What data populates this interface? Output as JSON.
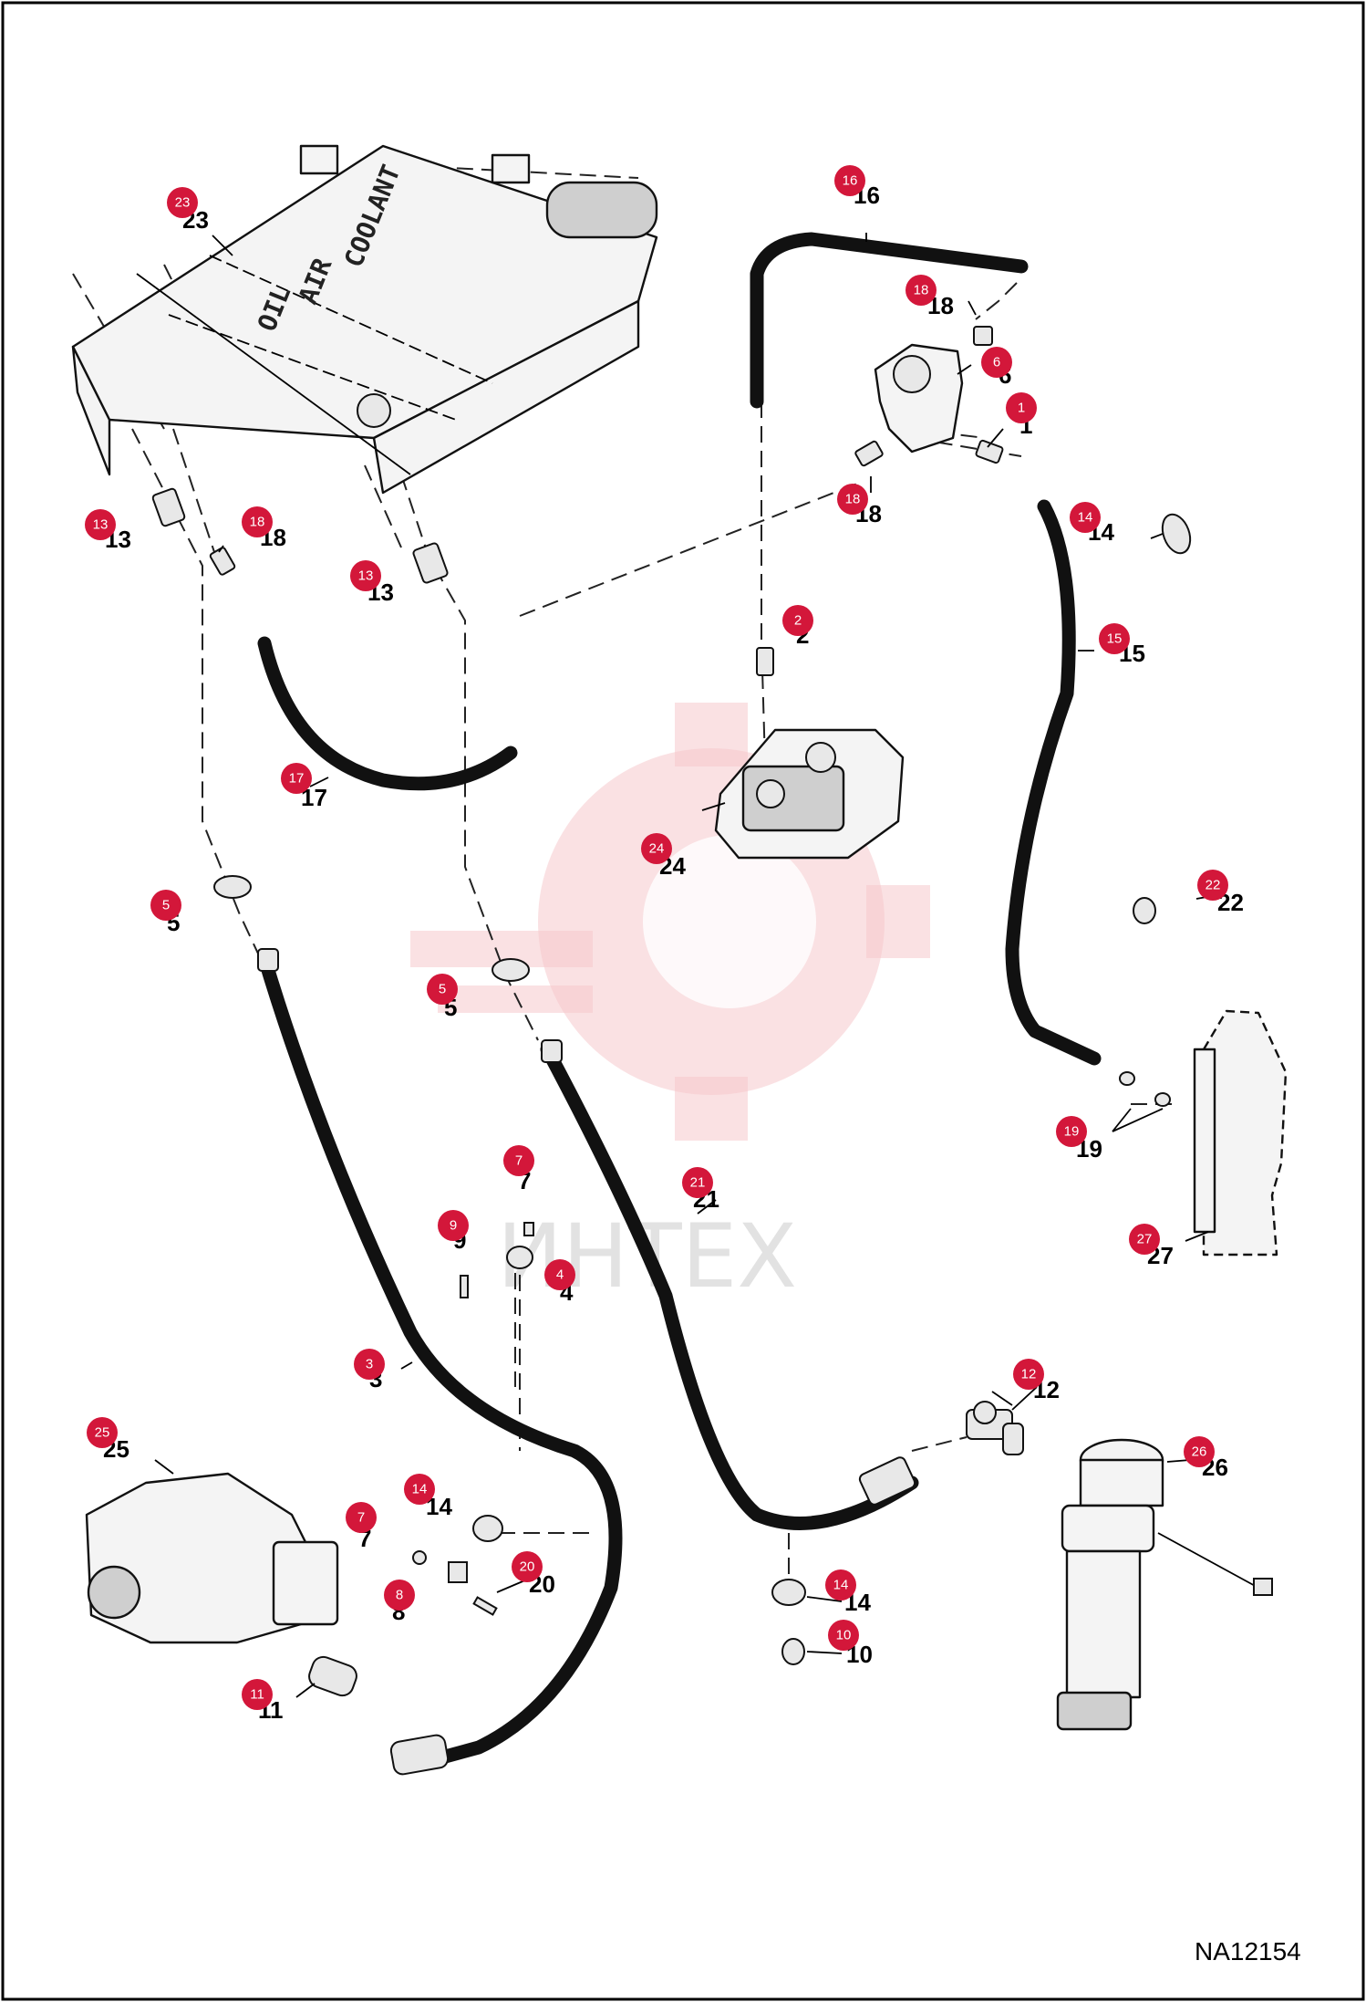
{
  "drawing": {
    "code": "NA12154",
    "watermark_text": "ИНТЕХ",
    "cooler_labels": [
      "COOLANT",
      "AIR",
      "OIL"
    ],
    "part_numbers": [
      "1",
      "2",
      "3",
      "4",
      "5",
      "6",
      "7",
      "8",
      "9",
      "10",
      "11",
      "12",
      "13",
      "14",
      "15",
      "16",
      "17",
      "18",
      "19",
      "20",
      "21",
      "22",
      "23",
      "24",
      "25",
      "26",
      "27"
    ]
  },
  "callouts": [
    {
      "id": "1",
      "label": "1"
    },
    {
      "id": "2",
      "label": "2"
    },
    {
      "id": "3",
      "label": "3"
    },
    {
      "id": "4",
      "label": "4"
    },
    {
      "id": "5a",
      "label": "5"
    },
    {
      "id": "5b",
      "label": "5"
    },
    {
      "id": "6",
      "label": "6"
    },
    {
      "id": "7a",
      "label": "7"
    },
    {
      "id": "7b",
      "label": "7"
    },
    {
      "id": "8",
      "label": "8"
    },
    {
      "id": "9",
      "label": "9"
    },
    {
      "id": "10",
      "label": "10"
    },
    {
      "id": "11",
      "label": "11"
    },
    {
      "id": "12",
      "label": "12"
    },
    {
      "id": "13a",
      "label": "13"
    },
    {
      "id": "13b",
      "label": "13"
    },
    {
      "id": "14a",
      "label": "14"
    },
    {
      "id": "14b",
      "label": "14"
    },
    {
      "id": "14c",
      "label": "14"
    },
    {
      "id": "15",
      "label": "15"
    },
    {
      "id": "16",
      "label": "16"
    },
    {
      "id": "17",
      "label": "17"
    },
    {
      "id": "18a",
      "label": "18"
    },
    {
      "id": "18b",
      "label": "18"
    },
    {
      "id": "18c",
      "label": "18"
    },
    {
      "id": "19",
      "label": "19"
    },
    {
      "id": "20",
      "label": "20"
    },
    {
      "id": "21",
      "label": "21"
    },
    {
      "id": "22",
      "label": "22"
    },
    {
      "id": "23",
      "label": "23"
    },
    {
      "id": "24",
      "label": "24"
    },
    {
      "id": "25",
      "label": "25"
    },
    {
      "id": "26",
      "label": "26"
    },
    {
      "id": "27",
      "label": "27"
    }
  ]
}
